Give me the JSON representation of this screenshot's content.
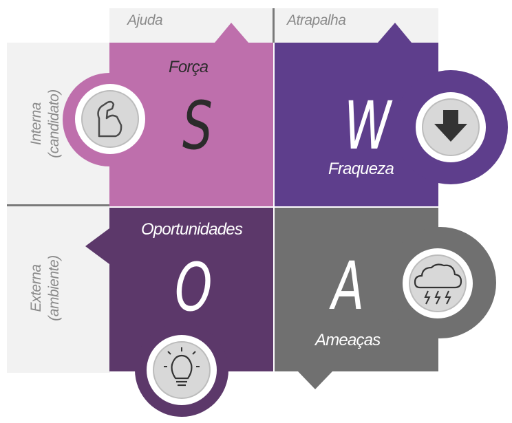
{
  "columns": {
    "helps": "Ajuda",
    "hinders": "Atrapalha"
  },
  "rows": {
    "internal": [
      "Interna",
      "(candidato)"
    ],
    "external": [
      "Externa",
      "(ambiente)"
    ]
  },
  "quadrants": {
    "strengths": {
      "letter": "S",
      "label": "Força",
      "color": "#be6fac",
      "icon": "flexed-arm-icon"
    },
    "weaknesses": {
      "letter": "W",
      "label": "Fraqueza",
      "color": "#5e3e8c",
      "icon": "arrow-down-icon"
    },
    "opportunities": {
      "letter": "O",
      "label": "Oportunidades",
      "color": "#5c386a",
      "icon": "lightbulb-icon"
    },
    "threats": {
      "letter": "A",
      "label": "Ameaças",
      "color": "#707070",
      "icon": "storm-cloud-icon"
    }
  }
}
